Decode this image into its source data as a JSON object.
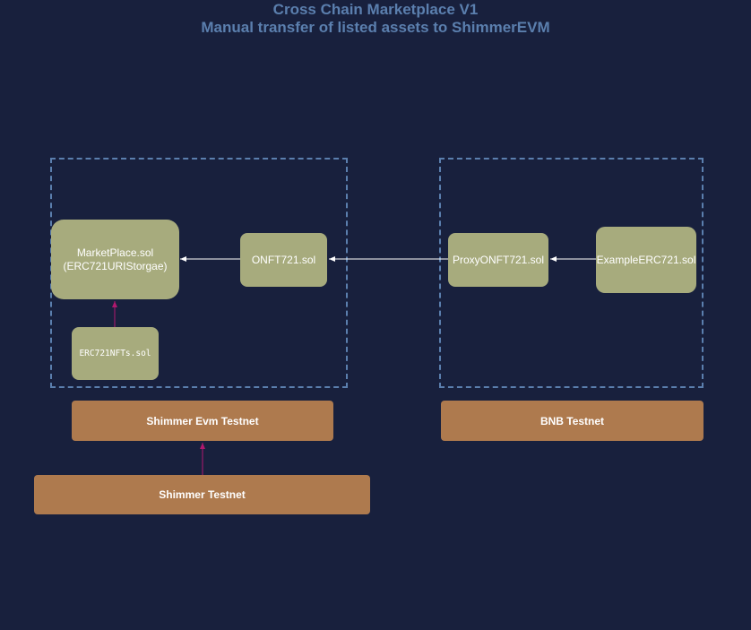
{
  "title": {
    "line1": "Cross Chain Marketplace V1",
    "line2": "Manual transfer of listed assets to ShimmerEVM"
  },
  "nodes": {
    "marketplace": {
      "line1": "MarketPlace.sol",
      "line2": "(ERC721URIStorgae)"
    },
    "onft721": "ONFT721.sol",
    "erc721nfts": "ERC721NFTs.sol",
    "proxy_onft721": "ProxyONFT721.sol",
    "example_erc721": "ExampleERC721.sol"
  },
  "networks": {
    "shimmer_evm_testnet": "Shimmer Evm Testnet",
    "bnb_testnet": "BNB Testnet",
    "shimmer_testnet": "Shimmer Testnet"
  },
  "colors": {
    "background": "#18203d",
    "title": "#5b7fae",
    "contract_node": "#a7ab7d",
    "network_node": "#ae7a4e",
    "group_border": "#5b7fae",
    "arrow_white": "#ffffff",
    "arrow_magenta": "#b0186e"
  }
}
